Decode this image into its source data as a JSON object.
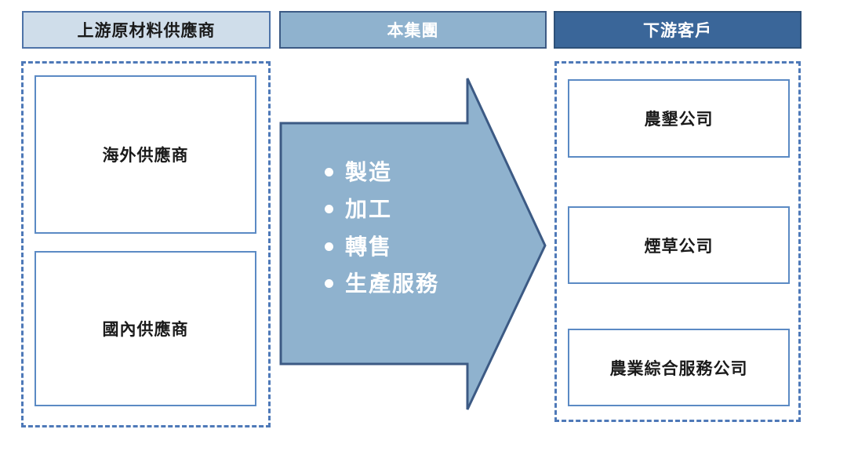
{
  "diagram": {
    "title": "",
    "columns": [
      {
        "key": "upstream",
        "header": "上游原材料供應商",
        "header_fill": "#CFDDEA",
        "header_text_color": "#1a1a1a",
        "items": [
          "海外供應商",
          "國內供應商"
        ]
      },
      {
        "key": "group",
        "header": "本集團",
        "header_fill": "#8FB2CE",
        "header_text_color": "#ffffff",
        "items": [
          "製造",
          "加工",
          "轉售",
          "生產服務"
        ]
      },
      {
        "key": "downstream",
        "header": "下游客戶",
        "header_fill": "#3A6699",
        "header_text_color": "#ffffff",
        "items": [
          "農墾公司",
          "煙草公司",
          "農業綜合服務公司"
        ]
      }
    ],
    "arrow": {
      "direction": "right",
      "fill": "#8FB2CE",
      "stroke": "#3C5A84",
      "bullets": [
        "製造",
        "加工",
        "轉售",
        "生產服務"
      ]
    },
    "colors": {
      "header_light": "#CFDDEA",
      "header_medium": "#8FB2CE",
      "header_dark": "#3A6699",
      "box_border": "#5B8AC4",
      "dashed_border": "#4E79B8",
      "box_fill": "#ffffff",
      "page_background": "#ffffff"
    }
  }
}
